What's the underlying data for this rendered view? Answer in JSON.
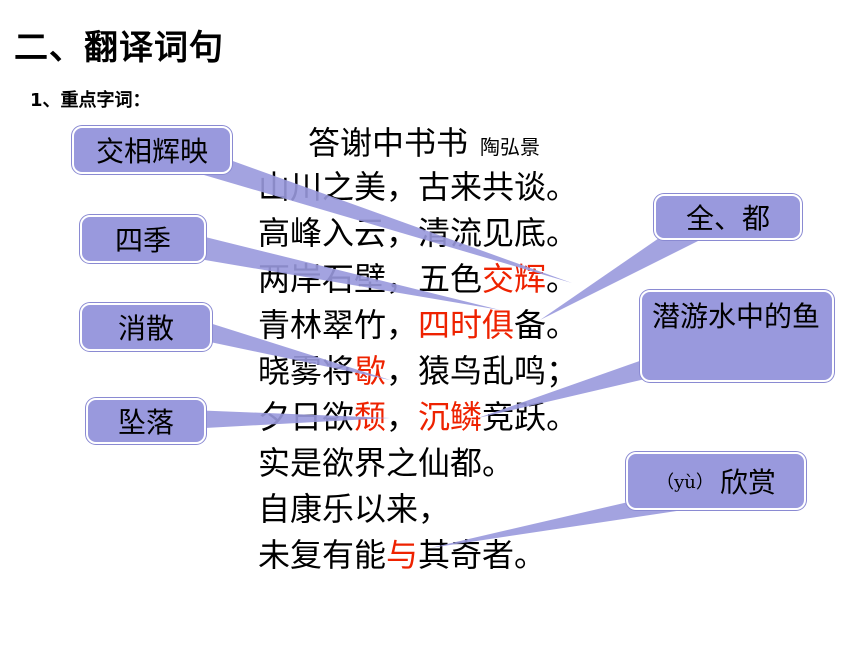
{
  "heading": "二、翻译词句",
  "subheading": "1、重点字词：",
  "poem": {
    "title": "答谢中书书",
    "author": "陶弘景",
    "lines": [
      [
        {
          "t": "山川之美，古来共谈。"
        }
      ],
      [
        {
          "t": "高峰入云，清流见底。"
        }
      ],
      [
        {
          "t": "两岸石壁，五色"
        },
        {
          "t": "交辉",
          "hl": true
        },
        {
          "t": "。"
        }
      ],
      [
        {
          "t": "青林翠竹，"
        },
        {
          "t": "四时俱",
          "hl": true
        },
        {
          "t": "备。"
        }
      ],
      [
        {
          "t": "晓雾将"
        },
        {
          "t": "歇",
          "hl": true
        },
        {
          "t": "，猿鸟乱鸣；"
        }
      ],
      [
        {
          "t": "夕日欲"
        },
        {
          "t": "颓",
          "hl": true
        },
        {
          "t": "，"
        },
        {
          "t": "沉鳞",
          "hl": true
        },
        {
          "t": "竞跃。"
        }
      ],
      [
        {
          "t": "实是欲界之仙都。"
        }
      ],
      [
        {
          "t": "自康乐以来，"
        }
      ],
      [
        {
          "t": "未复有能"
        },
        {
          "t": "与",
          "hl": true
        },
        {
          "t": "其奇者。"
        }
      ]
    ]
  },
  "callouts": {
    "jiaoxiang": "交相辉映",
    "siji": "四季",
    "xiaosan": "消散",
    "zhuiluo": "坠落",
    "quandou": "全、都",
    "qianyou": "潜游水中的鱼",
    "xinshang_pinyin": "（yù）",
    "xinshang": "欣赏"
  },
  "colors": {
    "highlight": "#ee2200",
    "callout_fill": "#9999dd",
    "pointer_fill": "#9999dd"
  }
}
